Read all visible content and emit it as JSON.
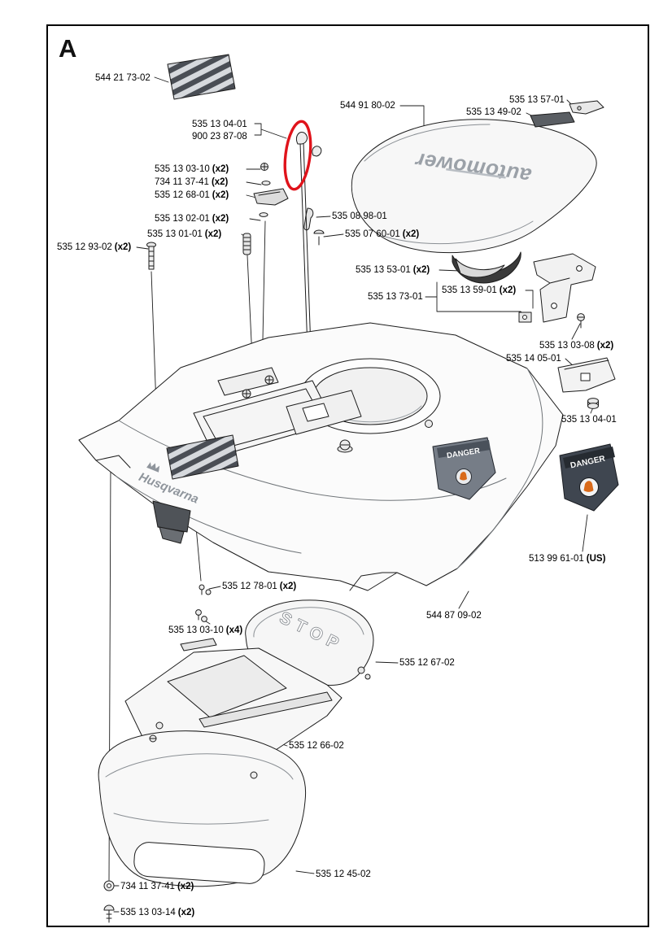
{
  "page": {
    "section_letter": "A"
  },
  "diagram": {
    "brand_text": "Husqvarna",
    "hood_logo": "automower",
    "stop_text": "STOP",
    "danger_text": "DANGER"
  },
  "colors": {
    "line": "#1c1c1c",
    "highlight_red": "#e0131b",
    "danger_decal_dark": "#3f4650",
    "danger_decal_body": "#767d87",
    "hand_orange": "#d96a1a"
  },
  "labels": [
    {
      "text": "544 21 73-02",
      "qty": ""
    },
    {
      "text": "544 91 80-02",
      "qty": ""
    },
    {
      "text": "535 13 57-01",
      "qty": ""
    },
    {
      "text": "535 13 49-02",
      "qty": ""
    },
    {
      "text": "535 13 04-01",
      "qty": ""
    },
    {
      "text": "900 23 87-08",
      "qty": ""
    },
    {
      "text": "535 13 03-10",
      "qty": "(x2)"
    },
    {
      "text": "734 11 37-41",
      "qty": "(x2)"
    },
    {
      "text": "535 12 68-01",
      "qty": "(x2)"
    },
    {
      "text": "535 13 02-01",
      "qty": "(x2)"
    },
    {
      "text": "535 13 01-01",
      "qty": "(x2)"
    },
    {
      "text": "535 12 93-02",
      "qty": "(x2)"
    },
    {
      "text": "535 08 98-01",
      "qty": ""
    },
    {
      "text": "535 07 60-01",
      "qty": "(x2)"
    },
    {
      "text": "535 13 53-01",
      "qty": "(x2)"
    },
    {
      "text": "535 13 59-01",
      "qty": "(x2)"
    },
    {
      "text": "535 13 73-01",
      "qty": ""
    },
    {
      "text": "535 13 03-08",
      "qty": "(x2)"
    },
    {
      "text": "535 14 05-01",
      "qty": ""
    },
    {
      "text": "535 13 04-01",
      "qty": ""
    },
    {
      "text": "513 99 61-01",
      "qty": "(US)"
    },
    {
      "text": "544 87 09-02",
      "qty": ""
    },
    {
      "text": "535 12 78-01",
      "qty": "(x2)"
    },
    {
      "text": "535 13 03-10",
      "qty": "(x4)"
    },
    {
      "text": "535 12 67-02",
      "qty": ""
    },
    {
      "text": "535 12 66-02",
      "qty": ""
    },
    {
      "text": "535 12 45-02",
      "qty": ""
    },
    {
      "text": "734 11 37-41",
      "qty": "(x2)"
    },
    {
      "text": "535 13 03-14",
      "qty": "(x2)"
    }
  ]
}
